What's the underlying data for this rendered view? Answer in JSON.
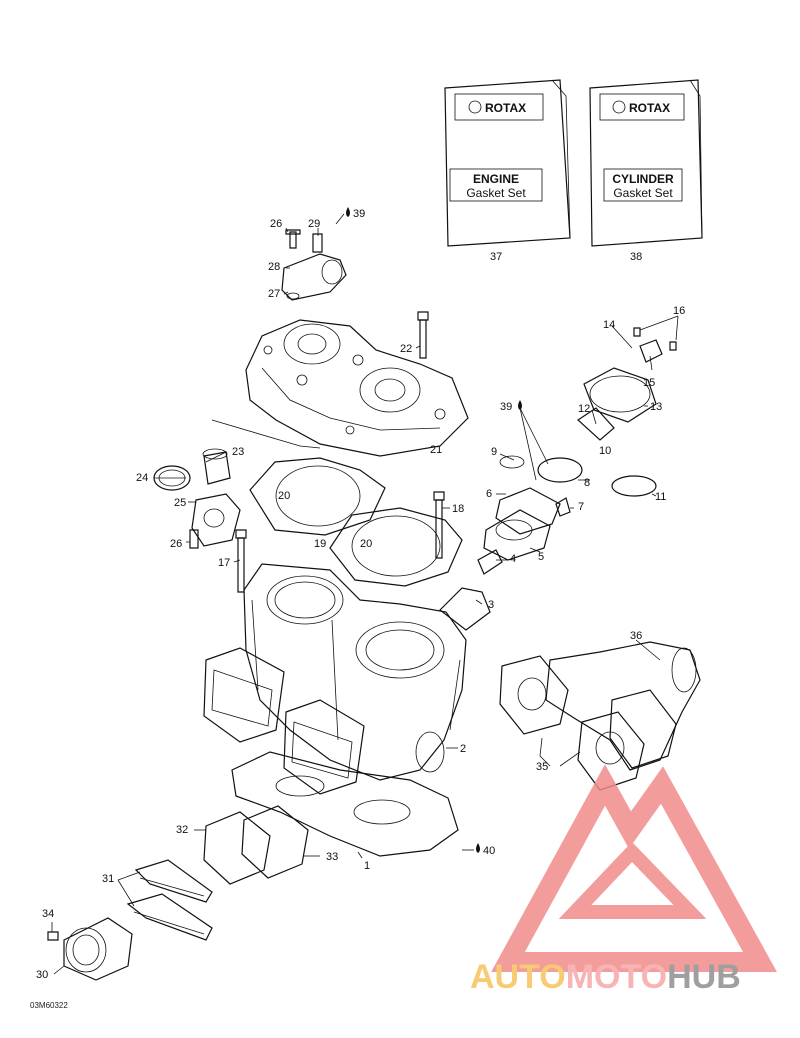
{
  "gasket_sets": [
    {
      "brand": "ROTAX",
      "line1": "ENGINE",
      "line2": "Gasket Set",
      "number": "37"
    },
    {
      "brand": "ROTAX",
      "line1": "CYLINDER",
      "line2": "Gasket Set",
      "number": "38"
    }
  ],
  "callouts": {
    "c1": "1",
    "c2": "2",
    "c3": "3",
    "c4": "4",
    "c5": "5",
    "c6": "6",
    "c7": "7",
    "c8": "8",
    "c9": "9",
    "c10": "10",
    "c11": "11",
    "c12": "12",
    "c13": "13",
    "c14": "14",
    "c15": "15",
    "c16": "16",
    "c17": "17",
    "c18": "18",
    "c19": "19",
    "c20a": "20",
    "c20b": "20",
    "c21": "21",
    "c22": "22",
    "c23": "23",
    "c24": "24",
    "c25": "25",
    "c26a": "26",
    "c26b": "26",
    "c27": "27",
    "c28": "28",
    "c29": "29",
    "c30": "30",
    "c31": "31",
    "c32": "32",
    "c33": "33",
    "c34": "34",
    "c35": "35",
    "c36": "36",
    "c39a": "39",
    "c39b": "39",
    "c40": "40"
  },
  "reference_code": "03M60322",
  "watermark": {
    "parts": [
      "AUTO",
      "MOTO",
      "HUB"
    ],
    "colors": {
      "auto": "#f6c15b",
      "moto": "#f7a8a8",
      "hub": "#8f8f8f",
      "logo": "#f28b8b"
    }
  }
}
